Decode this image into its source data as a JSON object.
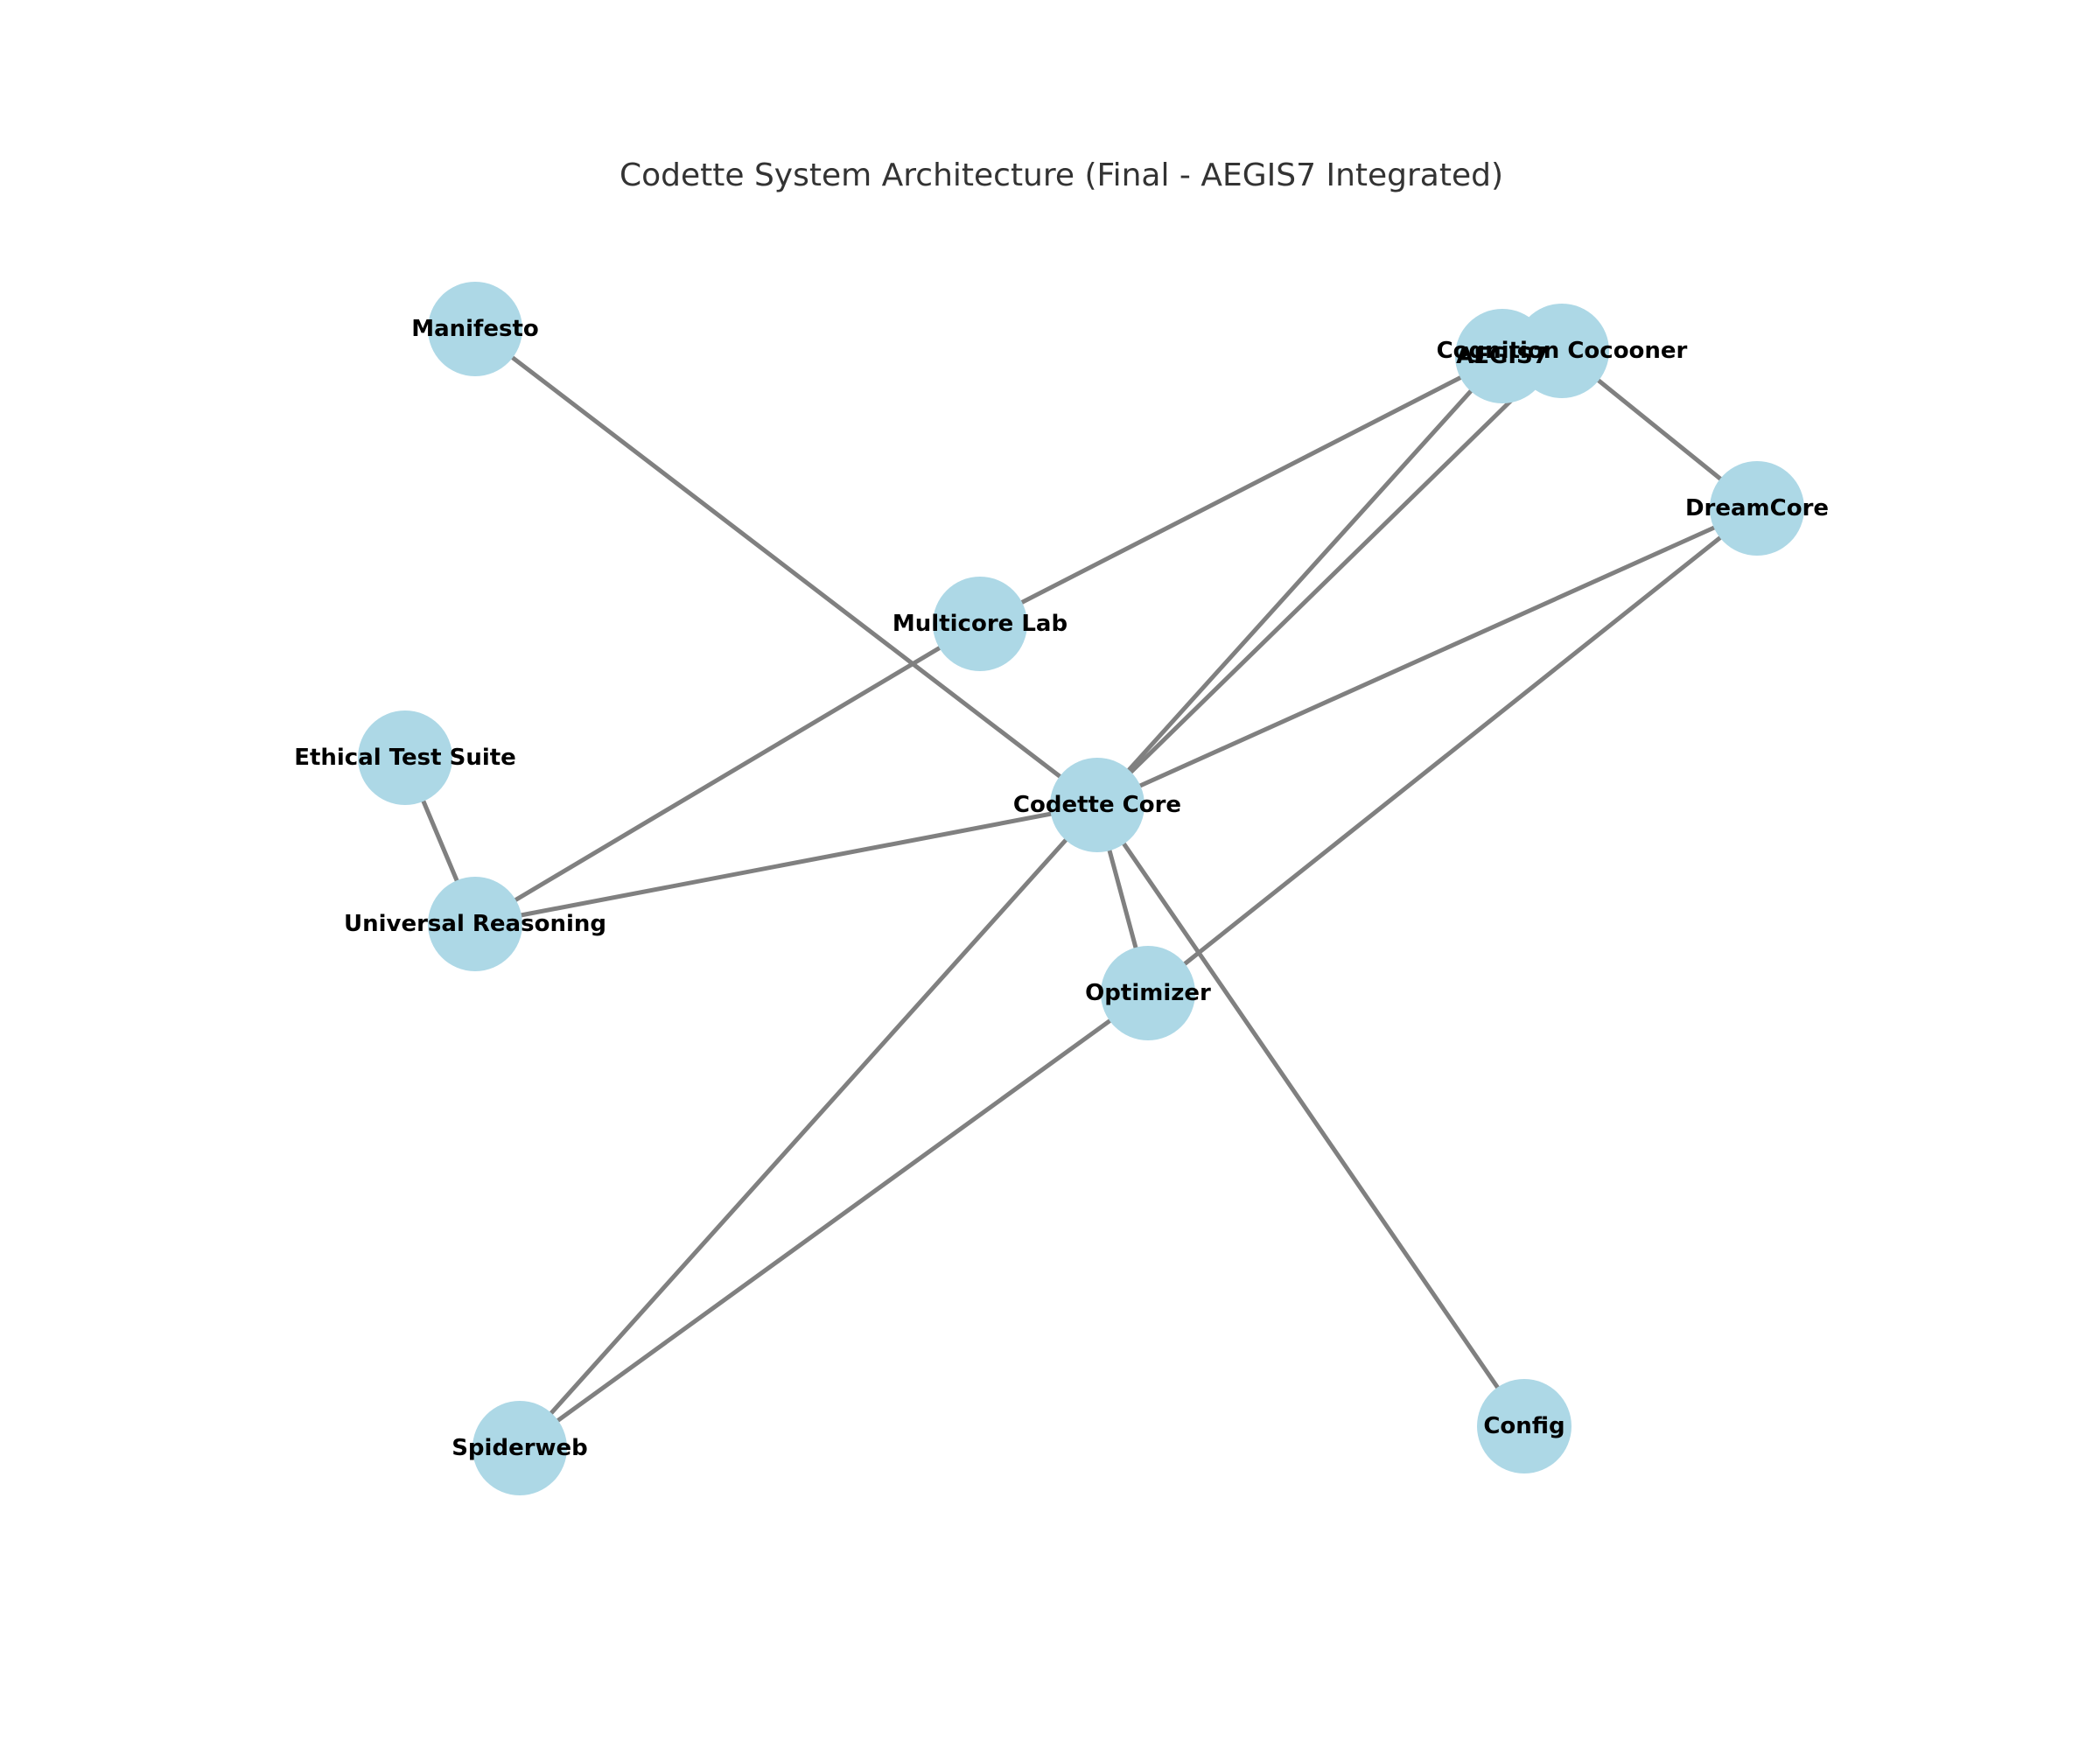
{
  "title": "Codette System Architecture (Final - AEGIS7 Integrated)",
  "colors": {
    "node": "#add8e6",
    "edge": "#808080",
    "label": "#000000",
    "title": "#333333"
  },
  "nodes": [
    {
      "id": "manifesto",
      "label": "Manifesto"
    },
    {
      "id": "aegis7",
      "label": "AEGIS7"
    },
    {
      "id": "cognition_cocooner",
      "label": "Cognition Cocooner"
    },
    {
      "id": "dreamcore",
      "label": "DreamCore"
    },
    {
      "id": "multicore_lab",
      "label": "Multicore Lab"
    },
    {
      "id": "ethical_test_suite",
      "label": "Ethical Test Suite"
    },
    {
      "id": "codette_core",
      "label": "Codette Core"
    },
    {
      "id": "universal_reasoning",
      "label": "Universal Reasoning"
    },
    {
      "id": "optimizer",
      "label": "Optimizer"
    },
    {
      "id": "spiderweb",
      "label": "Spiderweb"
    },
    {
      "id": "config",
      "label": "Config"
    }
  ],
  "edges": [
    {
      "from": "manifesto",
      "to": "codette_core"
    },
    {
      "from": "aegis7",
      "to": "multicore_lab"
    },
    {
      "from": "aegis7",
      "to": "codette_core"
    },
    {
      "from": "cognition_cocooner",
      "to": "codette_core"
    },
    {
      "from": "cognition_cocooner",
      "to": "dreamcore"
    },
    {
      "from": "dreamcore",
      "to": "codette_core"
    },
    {
      "from": "dreamcore",
      "to": "optimizer"
    },
    {
      "from": "multicore_lab",
      "to": "universal_reasoning"
    },
    {
      "from": "ethical_test_suite",
      "to": "universal_reasoning"
    },
    {
      "from": "universal_reasoning",
      "to": "codette_core"
    },
    {
      "from": "codette_core",
      "to": "optimizer"
    },
    {
      "from": "codette_core",
      "to": "spiderweb"
    },
    {
      "from": "codette_core",
      "to": "config"
    },
    {
      "from": "optimizer",
      "to": "spiderweb"
    }
  ]
}
